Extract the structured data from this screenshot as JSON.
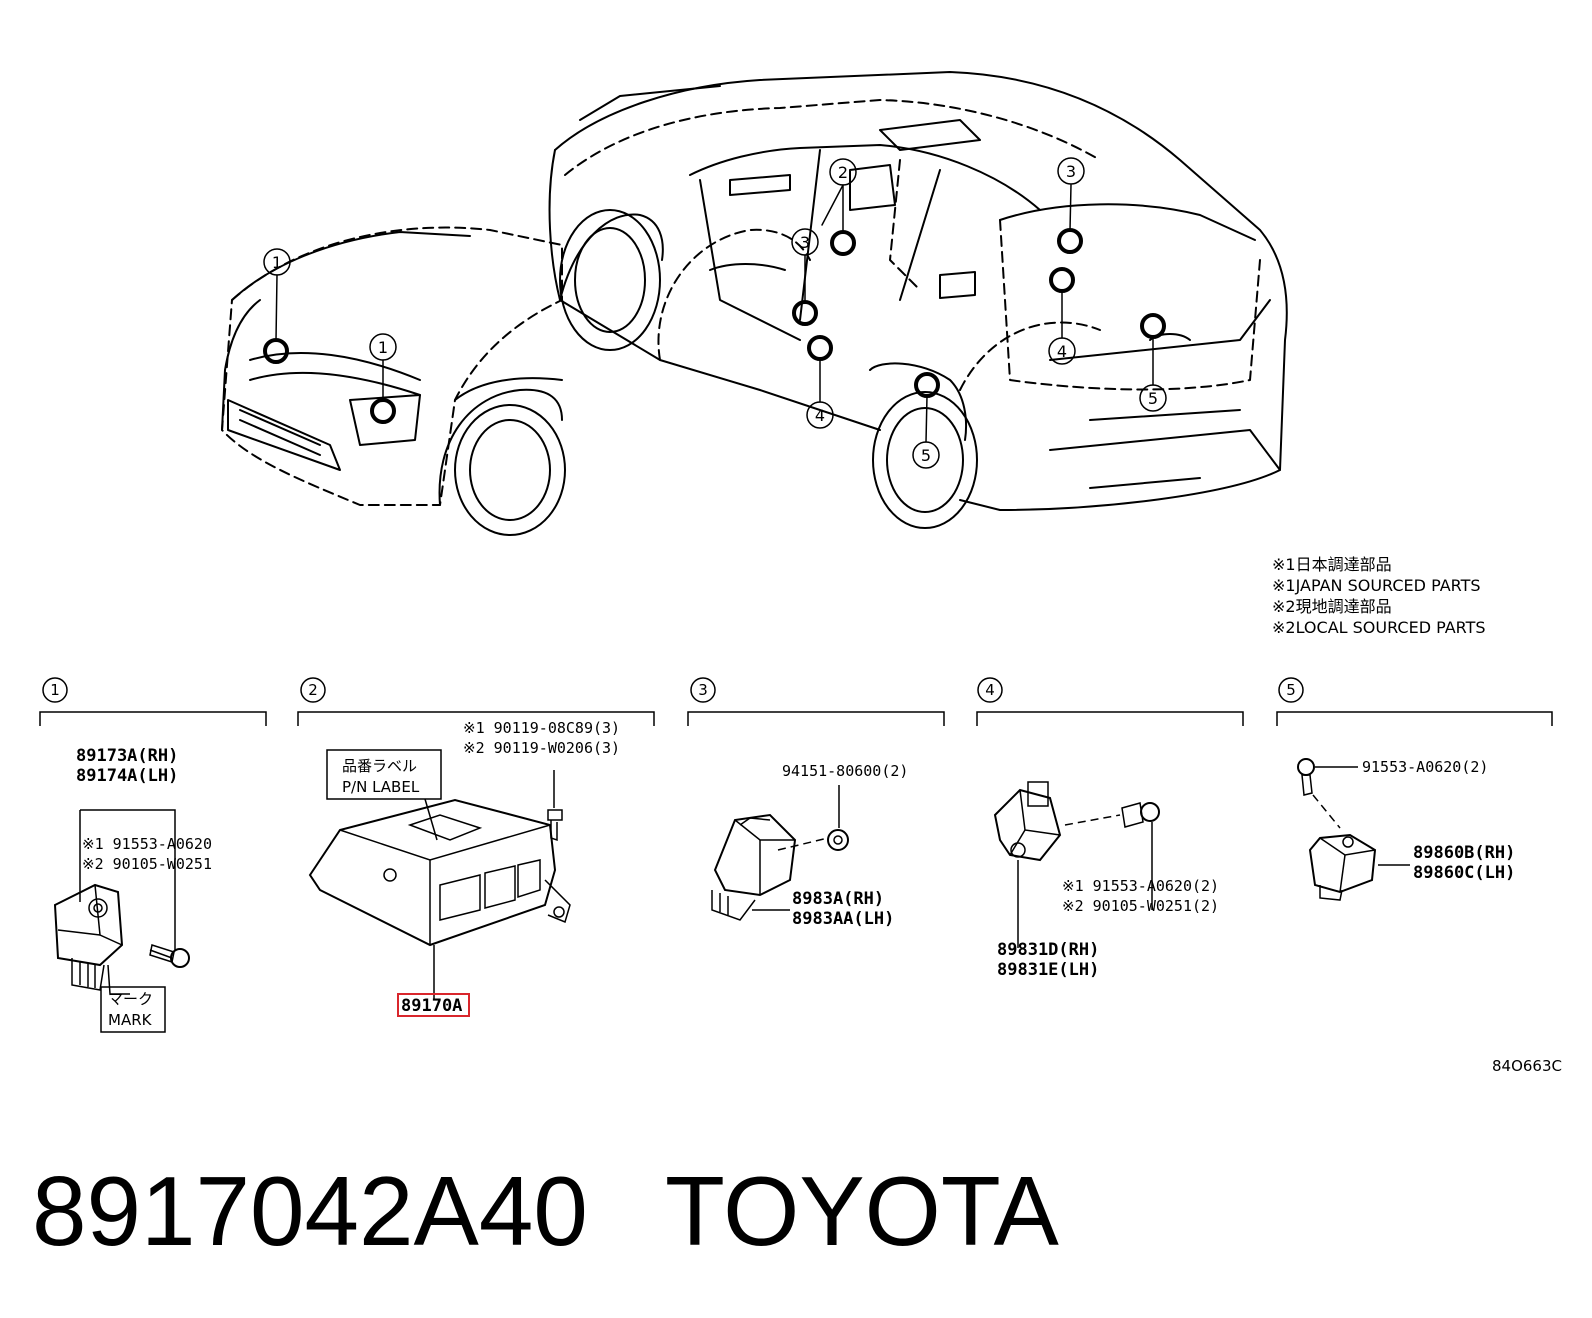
{
  "notes": [
    "※1日本調達部品",
    "※1JAPAN SOURCED PARTS",
    "※2現地調達部品",
    "※2LOCAL SOURCED PARTS"
  ],
  "car_callouts": [
    "1",
    "1",
    "2",
    "3",
    "3",
    "4",
    "4",
    "5",
    "5"
  ],
  "sections": [
    {
      "number": "1",
      "parts": [
        "89173A(RH)",
        "89174A(LH)"
      ],
      "bolts": [
        "※1 91553-A0620",
        "※2 90105-W0251"
      ],
      "mark_label": [
        "マーク",
        "MARK"
      ]
    },
    {
      "number": "2",
      "bolts": [
        "※1 90119-08C89(3)",
        "※2 90119-W0206(3)"
      ],
      "label_box": [
        "品番ラベル",
        "P/N LABEL"
      ],
      "part": "89170A",
      "highlight_color": "#d9262c"
    },
    {
      "number": "3",
      "bolt": "94151-80600(2)",
      "parts": [
        "8983A(RH)",
        "8983AA(LH)"
      ]
    },
    {
      "number": "4",
      "bolts": [
        "※1 91553-A0620(2)",
        "※2 90105-W0251(2)"
      ],
      "parts": [
        "89831D(RH)",
        "89831E(LH)"
      ]
    },
    {
      "number": "5",
      "bolt": "91553-A0620(2)",
      "parts": [
        "89860B(RH)",
        "89860C(LH)"
      ]
    }
  ],
  "drawing_id": "84O663C",
  "caption": {
    "part_number": "8917042A40",
    "brand": "TOYOTA"
  }
}
